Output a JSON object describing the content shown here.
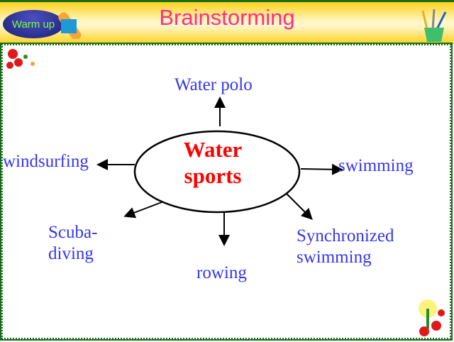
{
  "header": {
    "badge": "Warm up",
    "title": "Brainstorming"
  },
  "diagram": {
    "center": [
      "Water",
      "sports"
    ],
    "nodes": {
      "top": "Water polo",
      "left": "windsurfing",
      "right": "swimming",
      "bottom_left": [
        "Scuba-",
        "diving"
      ],
      "bottom": "rowing",
      "bottom_right": [
        "Synchronized",
        "swimming"
      ]
    }
  },
  "colors": {
    "title": "#ff2d8c",
    "node_text": "#3535f0",
    "center_text": "#ff0000",
    "border": "#1a6b1a"
  }
}
